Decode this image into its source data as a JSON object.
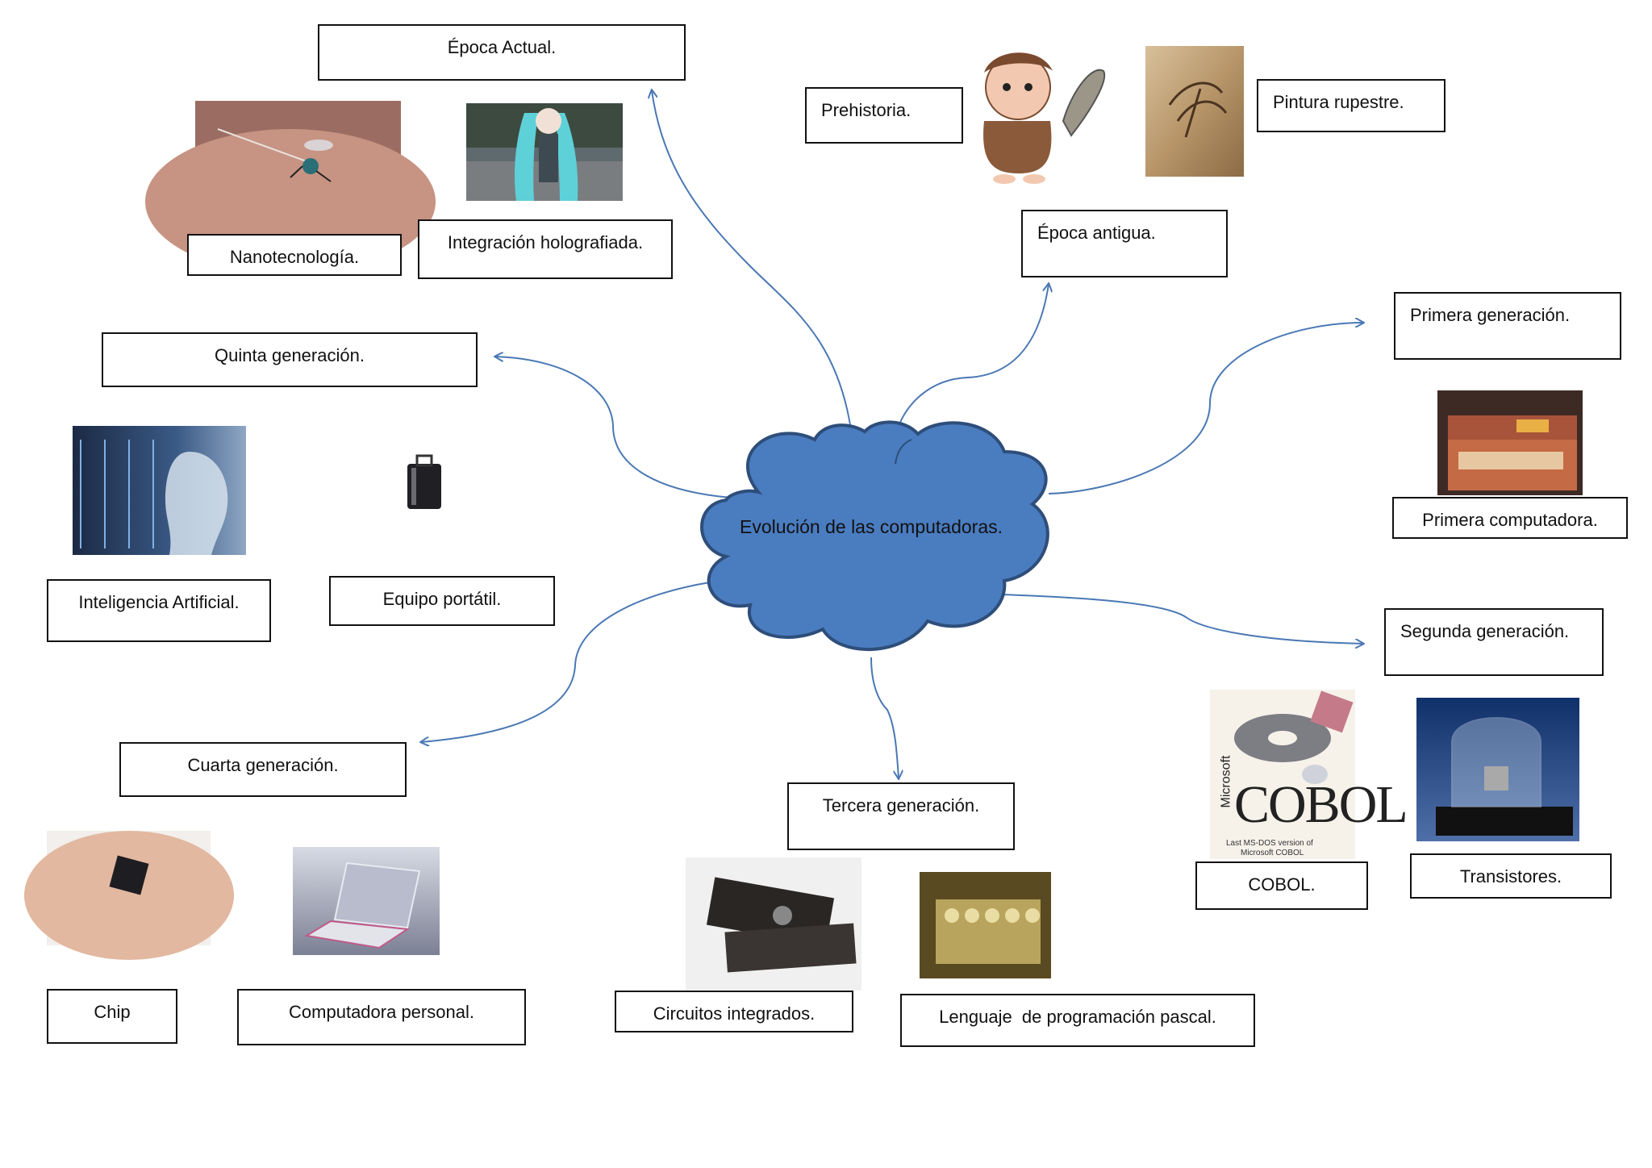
{
  "central_topic": "Evolución de las computadoras.",
  "branches": {
    "epoca_actual": {
      "title": "Época Actual.",
      "items": [
        "Nanotecnología.",
        "Integración holografiada."
      ]
    },
    "epoca_antigua": {
      "title": "Época antigua.",
      "items": [
        "Prehistoria.",
        "Pintura rupestre."
      ]
    },
    "primera_generacion": {
      "title": "Primera generación.",
      "items": [
        "Primera computadora."
      ]
    },
    "segunda_generacion": {
      "title": "Segunda generación.",
      "items": [
        "COBOL.",
        "Transistores."
      ],
      "image_text": {
        "brand": "Microsoft",
        "product": "COBOL",
        "caption_line1": "Last MS-DOS version of",
        "caption_line2": "Microsoft COBOL"
      }
    },
    "tercera_generacion": {
      "title": "Tercera generación.",
      "items": [
        "Circuitos integrados.",
        "Lenguaje  de programación pascal."
      ]
    },
    "cuarta_generacion": {
      "title": "Cuarta generación.",
      "items": [
        "Chip",
        "Computadora personal."
      ]
    },
    "quinta_generacion": {
      "title": "Quinta generación.",
      "items": [
        "Inteligencia Artificial.",
        "Equipo portátil."
      ]
    }
  },
  "colors": {
    "cloud_fill": "#4a7cc0",
    "cloud_stroke": "#2e4e7a",
    "arrow": "#4a78b4",
    "box_border": "#111111"
  }
}
